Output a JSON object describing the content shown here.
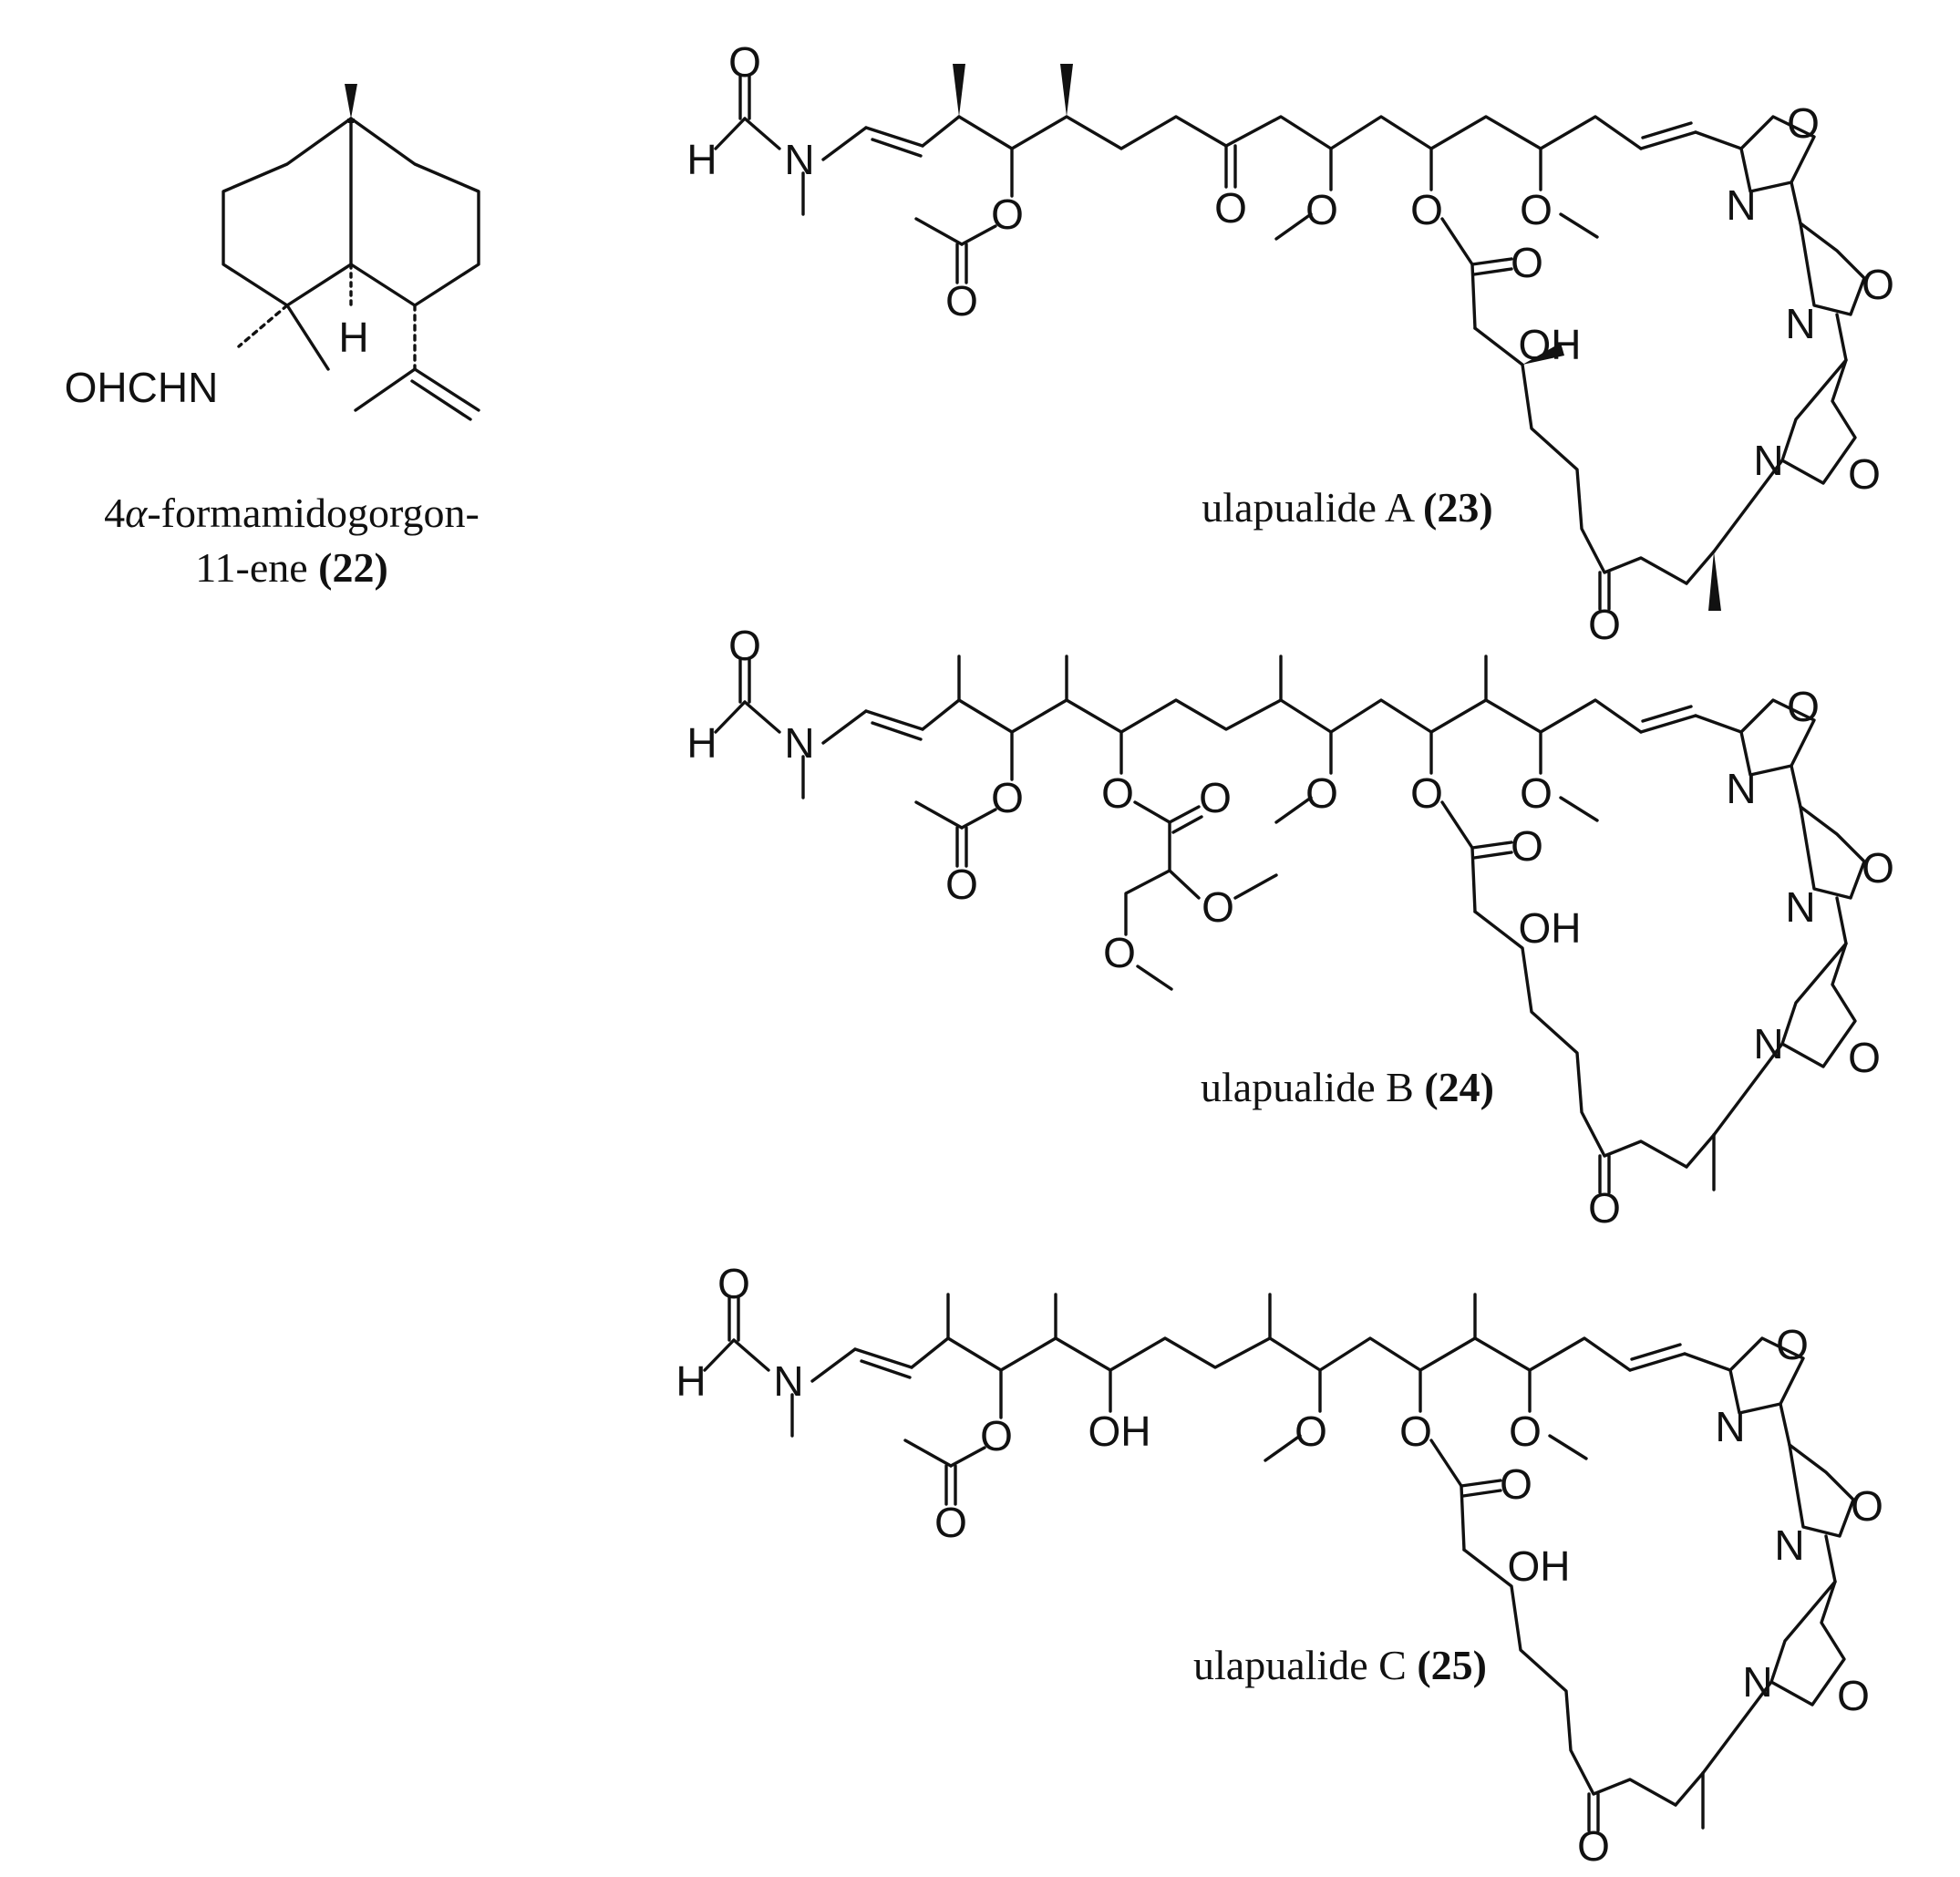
{
  "captions": {
    "c22": {
      "line1_prefix": "4",
      "greek": "α",
      "line1_rest": "-formamidogorgon-",
      "line2": "11-ene",
      "number": "(22)"
    },
    "c23": {
      "name": "ulapualide A",
      "number": "(23)"
    },
    "c24": {
      "name": "ulapualide B",
      "number": "(24)"
    },
    "c25": {
      "name": "ulapualide C",
      "number": "(25)"
    }
  },
  "atom_labels": {
    "O": "O",
    "N": "N",
    "H": "H",
    "OH": "OH",
    "OHCHN": "OHCHN"
  }
}
